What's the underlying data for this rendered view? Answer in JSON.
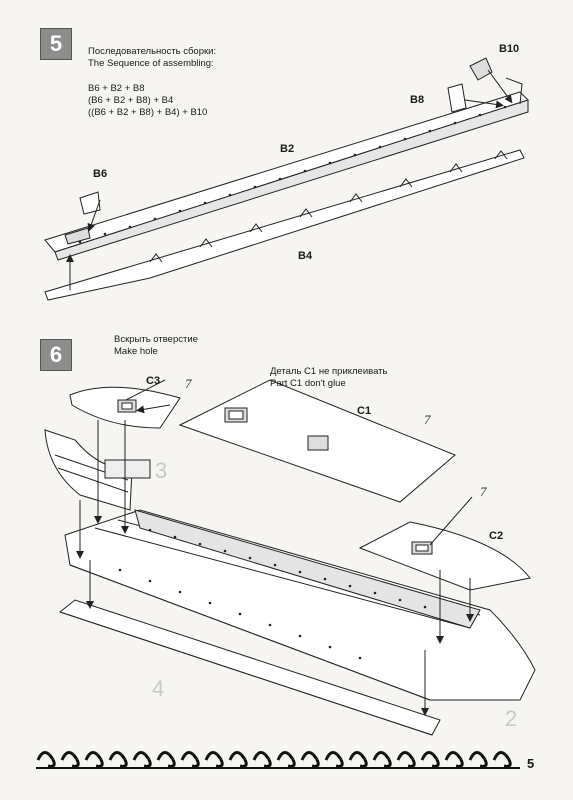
{
  "step5": {
    "number": "5",
    "heading_ru": "Последовательность сборки:",
    "heading_en": "The Sequence of assembling:",
    "sequence": [
      "B6 + B2 + B8",
      "(B6 + B2  + B8) + B4",
      "((B6 + B2  + B8) + B4) + B10"
    ],
    "labels": {
      "b10": "B10",
      "b8": "B8",
      "b2": "B2",
      "b6": "B6",
      "b4": "B4"
    }
  },
  "step6": {
    "number": "6",
    "hole_ru": "Вскрыть отверстие",
    "hole_en": "Make hole",
    "note_ru": "Деталь C1 не приклеивать",
    "note_en": "Part C1 don't glue",
    "labels": {
      "c3": "C3",
      "c1": "C1",
      "c2": "C2"
    },
    "glue_mark": "7",
    "ghost_3": "3",
    "ghost_4": "4",
    "ghost_2": "2"
  },
  "footer": {
    "page_number": "5"
  }
}
